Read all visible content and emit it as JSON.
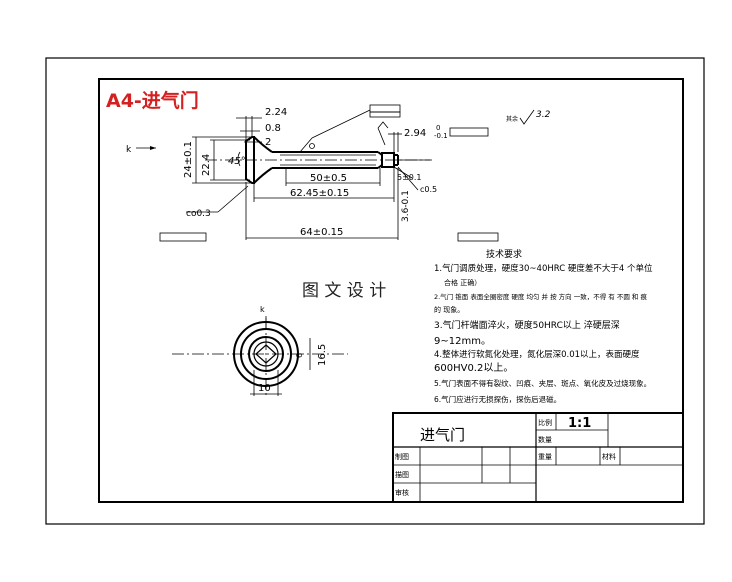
{
  "title_banner": "A4-进气门",
  "watermark": "图 文 设 计",
  "dimensions": {
    "d_2_24": "2.24",
    "d_0_8": "0.8",
    "d_2": "2",
    "d_24": "24±0.1",
    "d_22_4": "22.4",
    "d_angle": "45°",
    "d_co": "co0.3",
    "d_50": "50±0.5",
    "d_62_45": "62.45±0.15",
    "d_64": "64±0.15",
    "d_2_94": "2.94",
    "d_2_94_tol_up": "0",
    "d_2_94_tol_lo": "-0.1",
    "d_5": "5±0.1",
    "d_c0_5": "c0.5",
    "d_3_6": "3.6-0.1",
    "d_16_5": "16.5",
    "d_6": "6",
    "d_10": "10",
    "view_label_k": "k",
    "arrow_label_k": "k",
    "roughness_all": "3.2"
  },
  "tech_req": {
    "heading": "技术要求",
    "lines": [
      "1.气门调质处理，硬度30~40HRC 硬度差不大于4 个单位",
      "合格 正确）",
      "2.气门 锥面 表面全圈密度 硬度 均匀 并 按 方向 一致，不得 有 不圆 和 痕",
      "的 现象。",
      "3.气门杆端面淬火，硬度50HRC以上 淬硬层深",
      "9~12mm。",
      "4.整体进行软氮化处理，氮化层深0.01以上，表面硬度",
      "600HV0.2以上。",
      "5.气门表面不得有裂纹、凹痕、夹层、斑点、氧化皮及过烧现象。",
      "6.气门应进行无损探伤，探伤后退磁。"
    ]
  },
  "title_block": {
    "part_name": "进气门",
    "scale_label": "比例",
    "scale_value": "1:1",
    "qty_label": "数量",
    "drawn_label": "制图",
    "check_label": "描图",
    "review_label": "审核",
    "weight_label": "重量",
    "material_label": "材料"
  },
  "colors": {
    "banner": "#d42020",
    "line": "#000000",
    "watermark": "#bbbbbb"
  }
}
